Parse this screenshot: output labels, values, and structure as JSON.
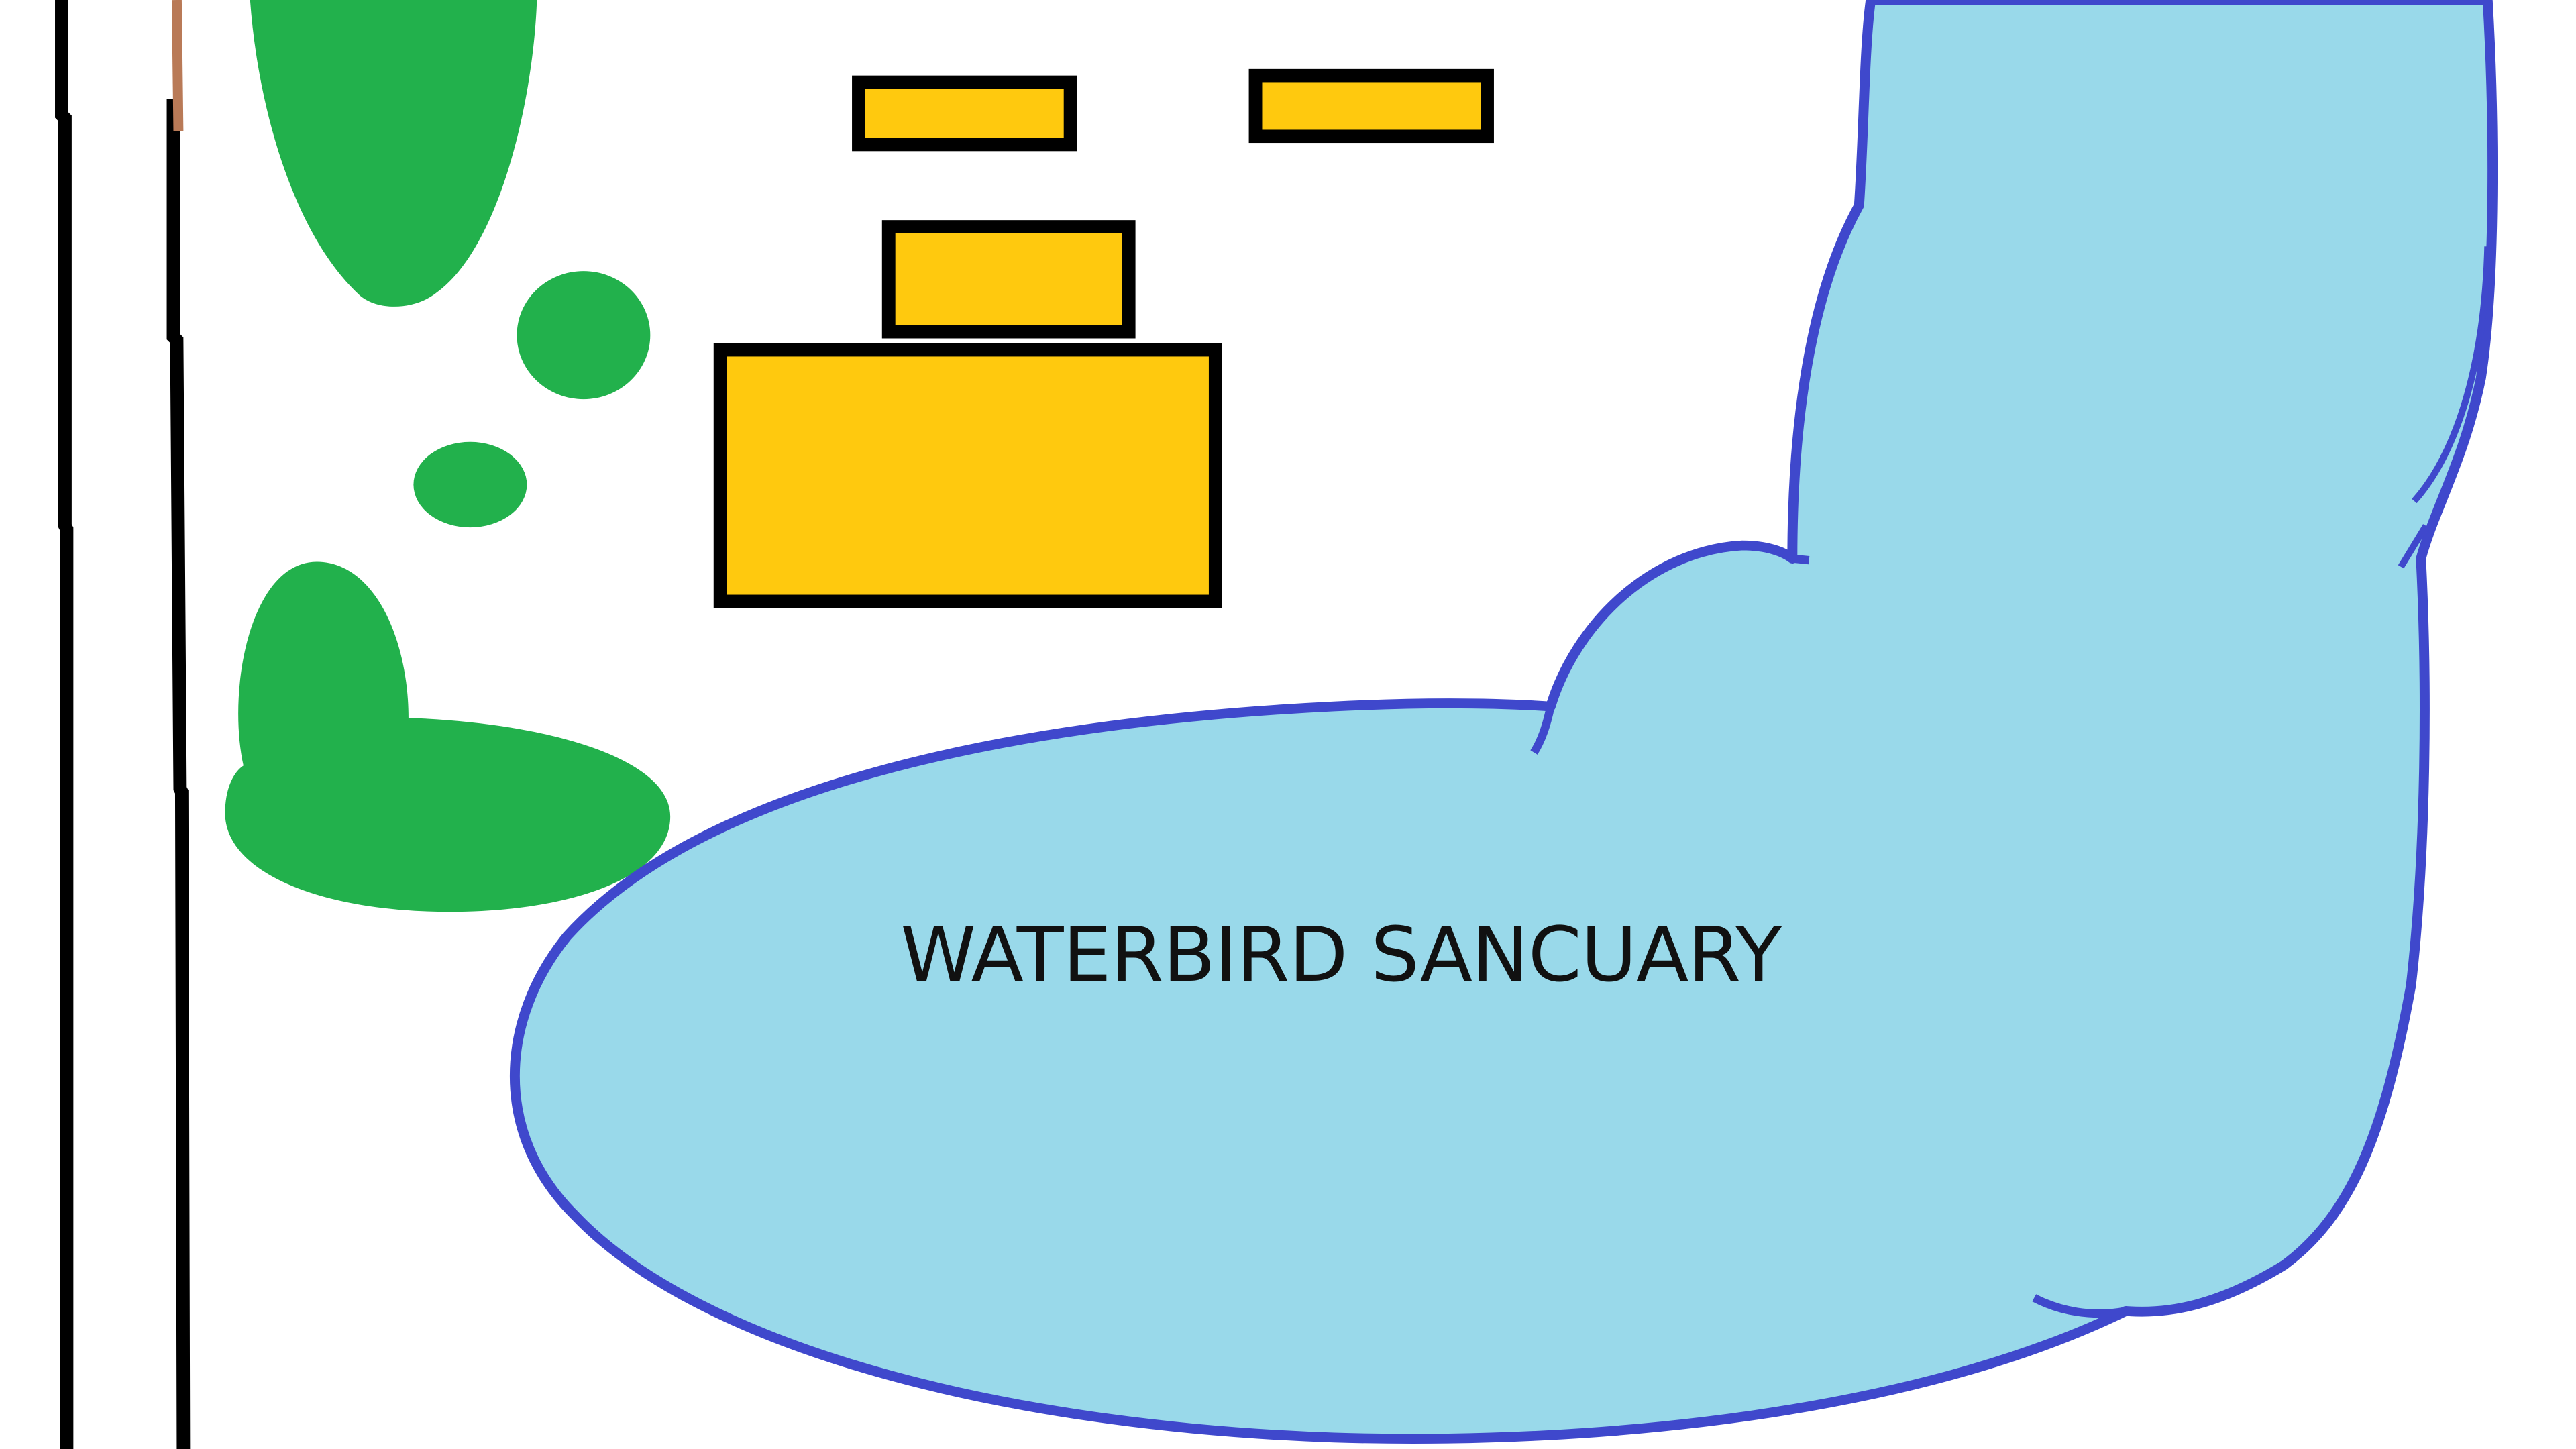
{
  "map": {
    "title": "WATERBIRD SANCUARY",
    "background": "#ffffff",
    "colors": {
      "water_fill": "#99d9ea",
      "water_outline": "#3f48cc",
      "vegetation": "#22b14c",
      "building_fill": "#ffc90e",
      "building_outline": "#000000",
      "road": "#000000",
      "path": "#b97a57"
    },
    "features": [
      {
        "type": "road",
        "name": "left-road-edge"
      },
      {
        "type": "road",
        "name": "right-road-edge"
      },
      {
        "type": "path",
        "name": "dirt-path"
      },
      {
        "type": "vegetation",
        "name": "tree-clusters",
        "count": 5
      },
      {
        "type": "building",
        "name": "buildings",
        "count": 4
      },
      {
        "type": "water",
        "name": "waterbird-sanctuary-lake",
        "label": "WATERBIRD SANCUARY"
      }
    ]
  }
}
